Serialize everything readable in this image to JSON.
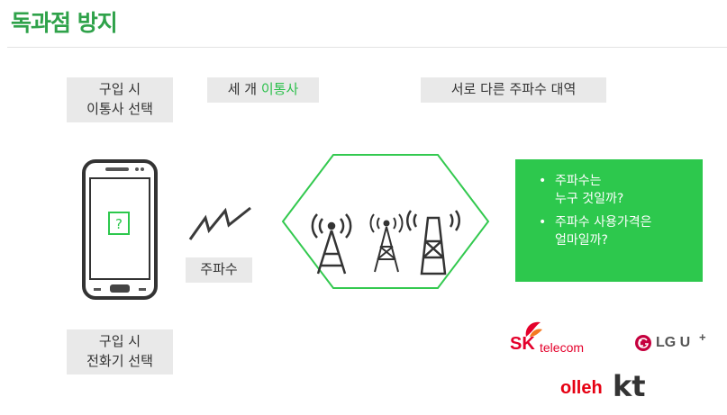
{
  "title": "독과점 방지",
  "tags": {
    "buy_carrier_line1": "구입 시",
    "buy_carrier_line2": "이통사 선택",
    "three_prefix": "세 개 ",
    "three_highlight": "이통사",
    "bands": "서로 다른 주파수 대역",
    "frequency": "주파수",
    "buy_phone_line1": "구입 시",
    "buy_phone_line2": "전화기 선택"
  },
  "phone": {
    "screen_symbol": "?"
  },
  "questions": {
    "bullet": "•",
    "q1_line1": "주파수는",
    "q1_line2": "누구 것일까?",
    "q2_line1": "주파수 사용가격은",
    "q2_line2": "얼마일까?"
  },
  "logos": {
    "sk_letters": "SK",
    "sk_sub": "telecom",
    "lg_symbol": "LG",
    "lg_text": "LG U",
    "lg_plus": "+",
    "olleh": "olleh",
    "kt": "kt"
  },
  "colors": {
    "title_green": "#2fa24a",
    "accent_green": "#2dc84d",
    "hexagon_stroke": "#33c94f",
    "tag_bg": "#e9e9e9",
    "sk_red": "#e4002b",
    "sk_orange": "#f47920",
    "lg_red": "#c5003e",
    "kt_red": "#e60012"
  },
  "icons": [
    "smartphone-icon",
    "signal-zigzag-icon",
    "cell-tower-icon"
  ]
}
